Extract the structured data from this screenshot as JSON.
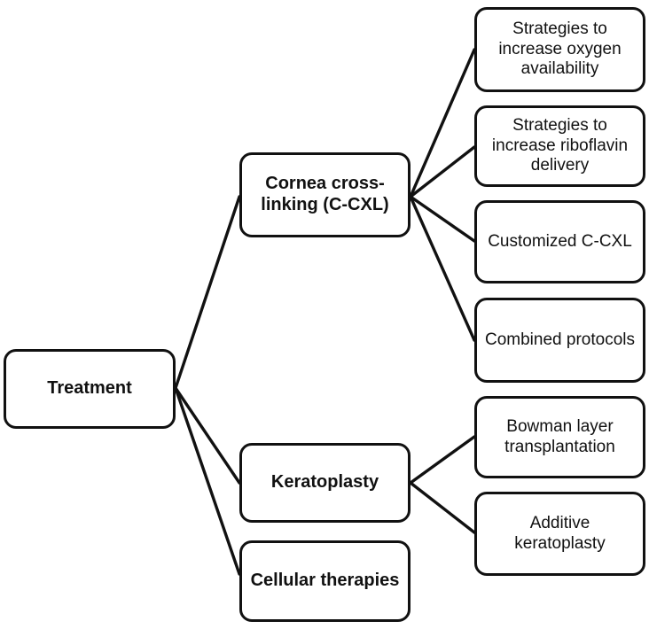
{
  "diagram": {
    "title": "Treatment",
    "type": "tree-flowchart",
    "style": {
      "box_border_color": "#111111",
      "box_fill_color": "#ffffff",
      "connector_color": "#111111",
      "background_color": "#ffffff"
    },
    "nodes": {
      "root": {
        "label": "Treatment",
        "bold": true
      },
      "level2": [
        {
          "id": "cornea-cross-linking",
          "label": "Cornea cross-linking (C-CXL)",
          "bold": true
        },
        {
          "id": "keratoplasty",
          "label": "Keratoplasty",
          "bold": true
        },
        {
          "id": "cellular-therapies",
          "label": "Cellular therapies",
          "bold": true
        }
      ],
      "level3": [
        {
          "id": "strategies-oxygen",
          "label": "Strategies to increase oxygen availability",
          "parent": "cornea-cross-linking"
        },
        {
          "id": "strategies-riboflavin",
          "label": "Strategies to increase riboflavin delivery",
          "parent": "cornea-cross-linking"
        },
        {
          "id": "customized-c-cxl",
          "label": "Customized C-CXL",
          "parent": "cornea-cross-linking"
        },
        {
          "id": "combined-protocols",
          "label": "Combined protocols",
          "parent": "cornea-cross-linking"
        },
        {
          "id": "bowman-layer-transplantation",
          "label": "Bowman layer transplantation",
          "parent": "keratoplasty"
        },
        {
          "id": "additive-keratoplasty",
          "label": "Additive keratoplasty",
          "parent": "keratoplasty"
        }
      ]
    }
  }
}
